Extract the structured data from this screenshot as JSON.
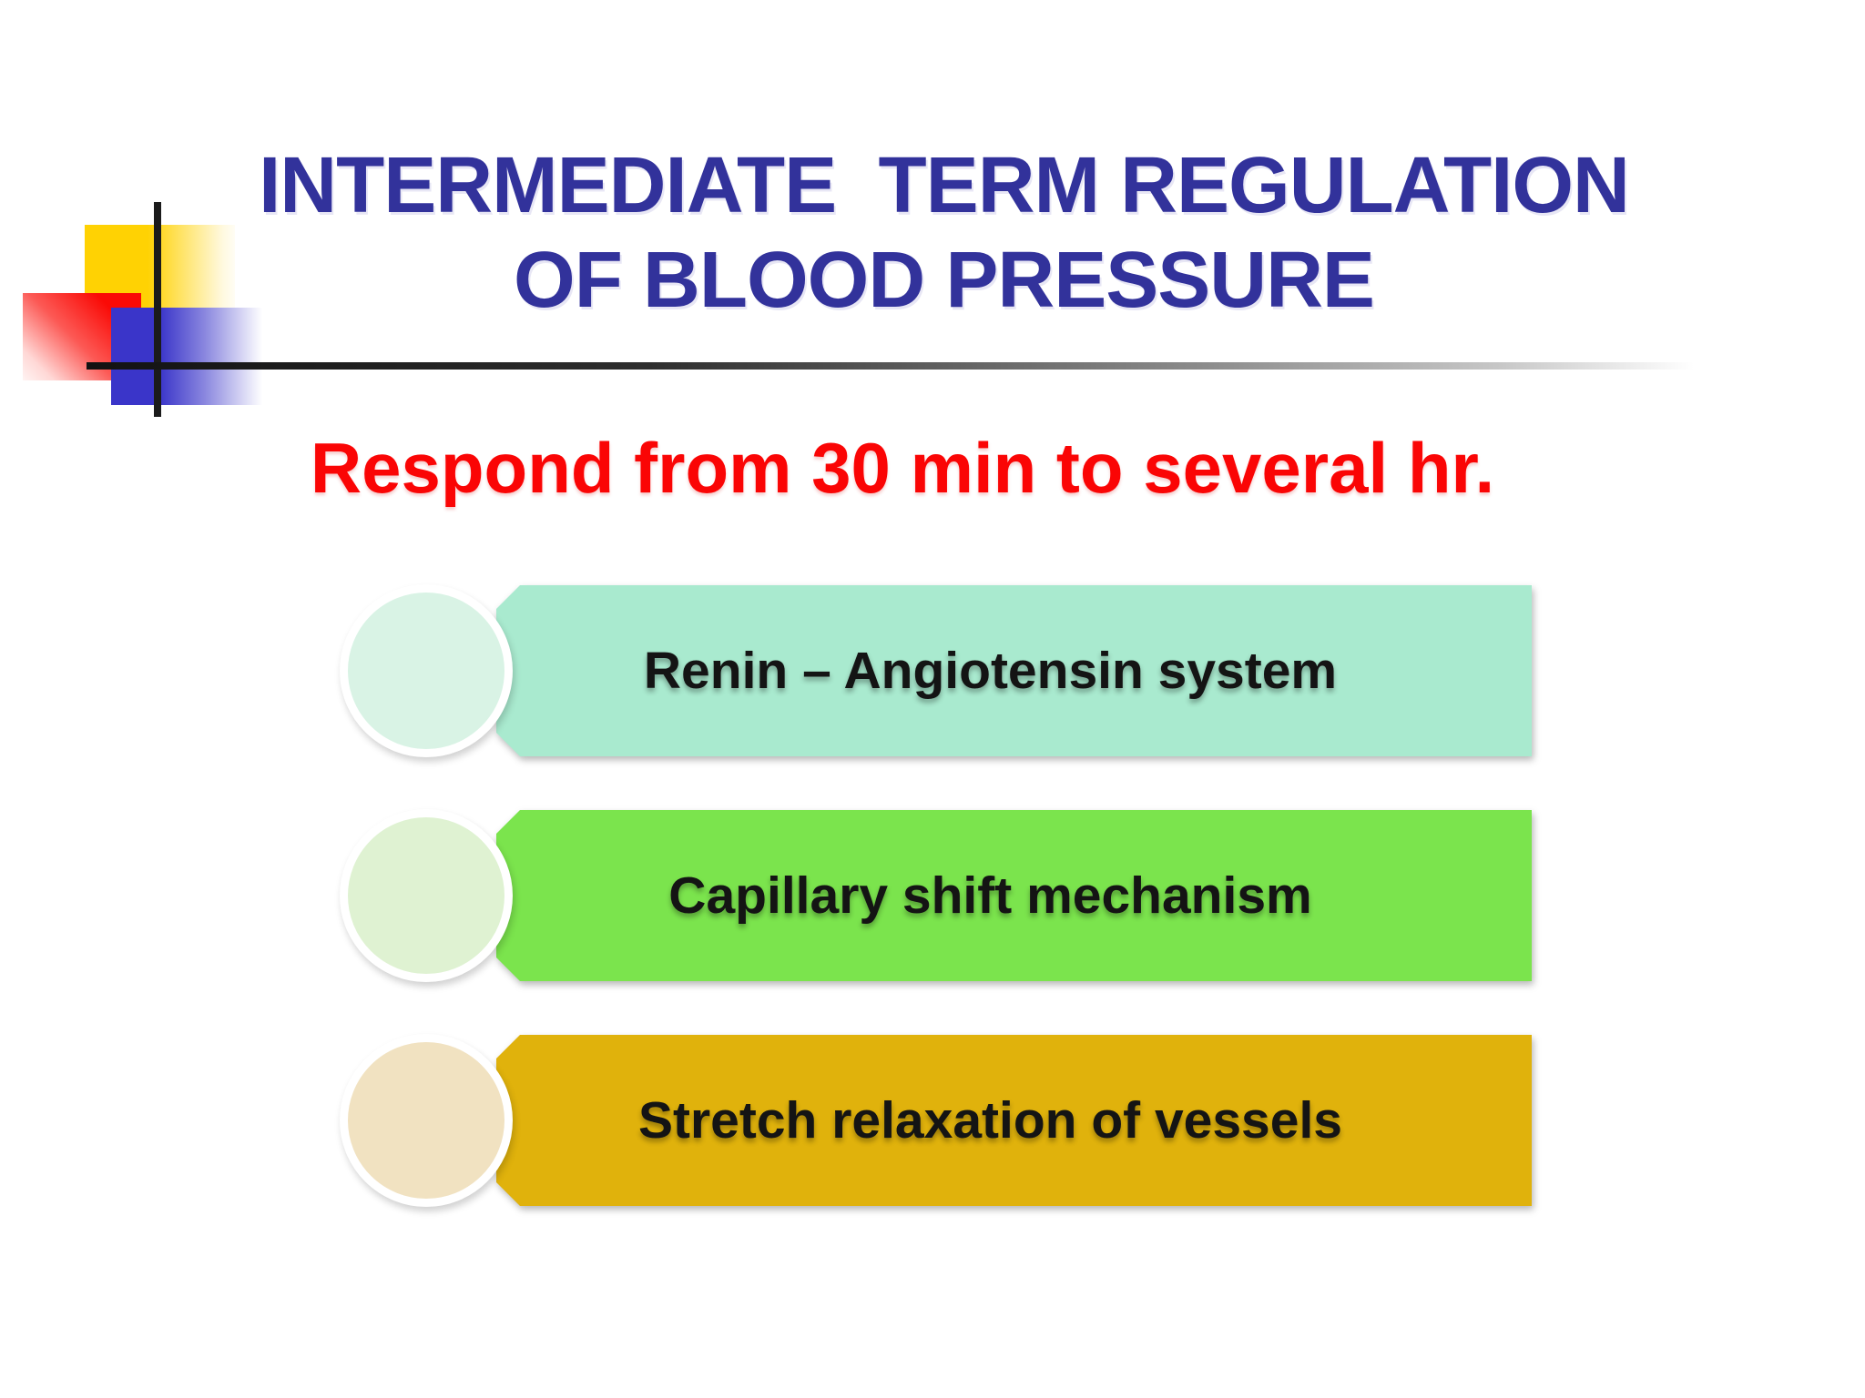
{
  "slide": {
    "title_line1": "INTERMEDIATE  TERM REGULATION",
    "title_line2": "OF BLOOD PRESSURE",
    "subtitle": "Respond from 30 min to several hr.",
    "items": [
      {
        "label": "Renin – Angiotensin system",
        "banner_color": "#A9EACF",
        "circle_color": "#D9F3E5"
      },
      {
        "label": "Capillary shift mechanism",
        "banner_color": "#7BE44D",
        "circle_color": "#DFF2D2"
      },
      {
        "label": "Stretch relaxation of vessels",
        "banner_color": "#E0B20C",
        "circle_color": "#F1E2C1"
      }
    ]
  },
  "colors": {
    "title-color": "#32329B",
    "subtitle-color": "#FA0505",
    "deco-yellow": "#FFD203",
    "deco-red": "#FA0A06",
    "deco-blue": "#3A35C9"
  }
}
